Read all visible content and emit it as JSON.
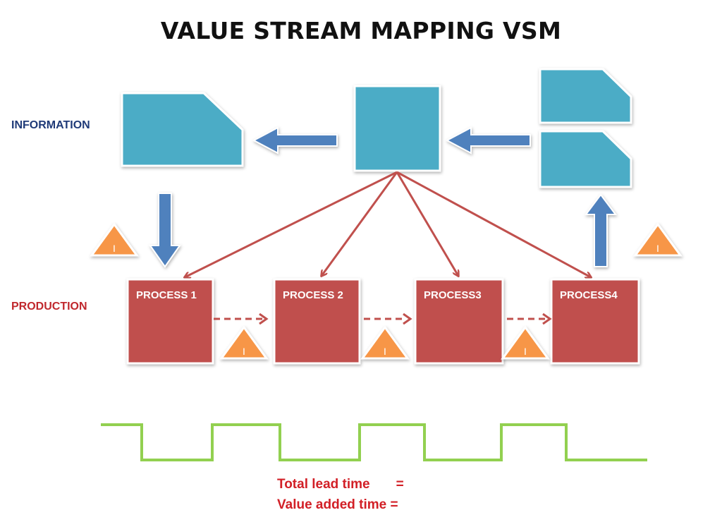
{
  "title": "VALUE STREAM MAPPING VSM",
  "lanes": {
    "information": "INFORMATION",
    "production": "PRODUCTION"
  },
  "processes": [
    {
      "label": "PROCESS 1"
    },
    {
      "label": "PROCESS 2"
    },
    {
      "label": "PROCESS3"
    },
    {
      "label": "PROCESS4"
    }
  ],
  "inventory_marker": "I",
  "timeline": {
    "total_lead_time": "Total lead time       =",
    "value_added_time": "Value added time ="
  },
  "colors": {
    "info_box": "#4bacc6",
    "process_box": "#c0504d",
    "info_arrow": "#4f81bd",
    "push_arrow": "#c0504d",
    "inventory": "#f79646",
    "timeline": "#92d050"
  }
}
